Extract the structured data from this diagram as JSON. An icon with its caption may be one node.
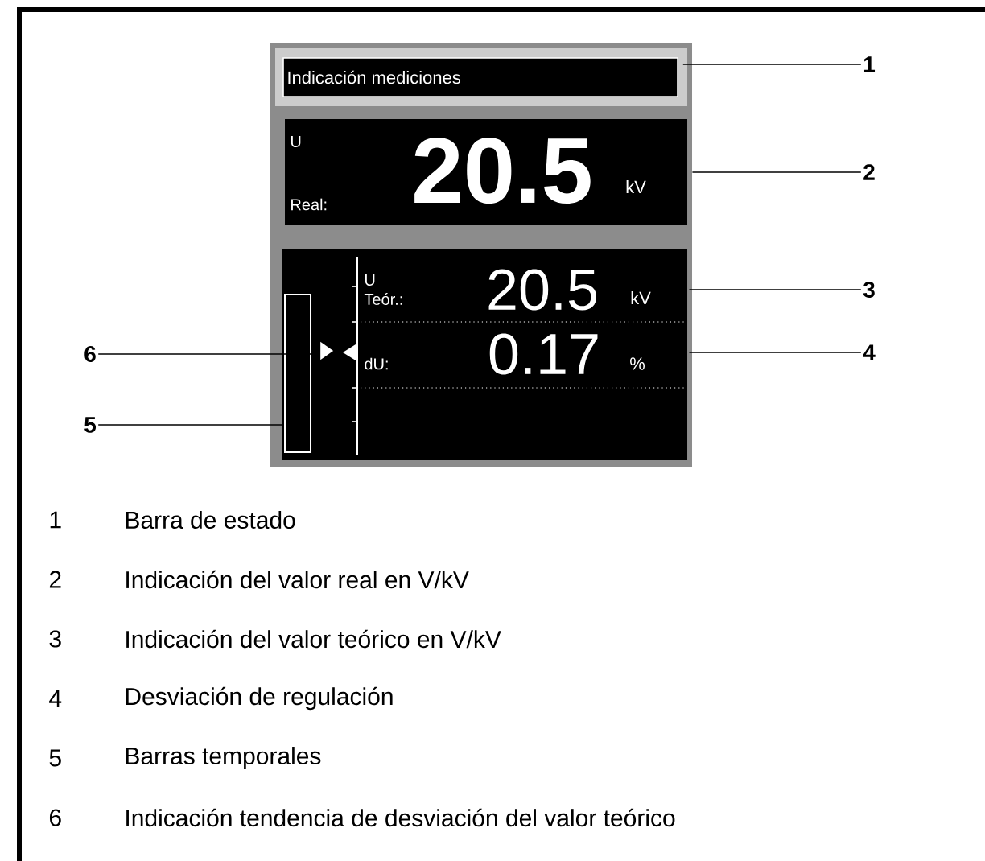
{
  "diagram": {
    "nodes": [
      {
        "text": [
          "Indicación mediciones"
        ]
      },
      {
        "text": [
          "U",
          "Real:",
          "20.5",
          "kV"
        ]
      },
      {
        "text": [
          "U Teór.:",
          "20.5",
          "kV"
        ]
      },
      {
        "text": [
          "dU:",
          "0.17",
          "%"
        ]
      },
      {
        "text": [],
        "shape": "triangle"
      },
      {
        "text": [],
        "shape": "bar"
      },
      {
        "text": [
          "1"
        ]
      },
      {
        "text": [
          "2"
        ]
      },
      {
        "text": [
          "3"
        ]
      },
      {
        "text": [
          "4"
        ]
      },
      {
        "text": [
          "5"
        ]
      },
      {
        "text": [
          "6"
        ]
      }
    ],
    "edges": [
      {
        "from": 6,
        "to": 0,
        "arrow": "none"
      },
      {
        "from": 7,
        "to": 1,
        "arrow": "none"
      },
      {
        "from": 8,
        "to": 2,
        "arrow": "none"
      },
      {
        "from": 9,
        "to": 3,
        "arrow": "none"
      },
      {
        "from": 10,
        "to": 5,
        "arrow": "none"
      },
      {
        "from": 11,
        "to": 4,
        "arrow": "none"
      }
    ],
    "labels": [
      "1",
      "Barra de estado",
      "2",
      "Indicación del valor real en V/kV",
      "3",
      "Indicación del valor teórico en V/kV",
      "4",
      "Desviación de regulación",
      "5",
      "Barras temporales",
      "6",
      "Indicación tendencia de desviación del valor teórico"
    ]
  }
}
